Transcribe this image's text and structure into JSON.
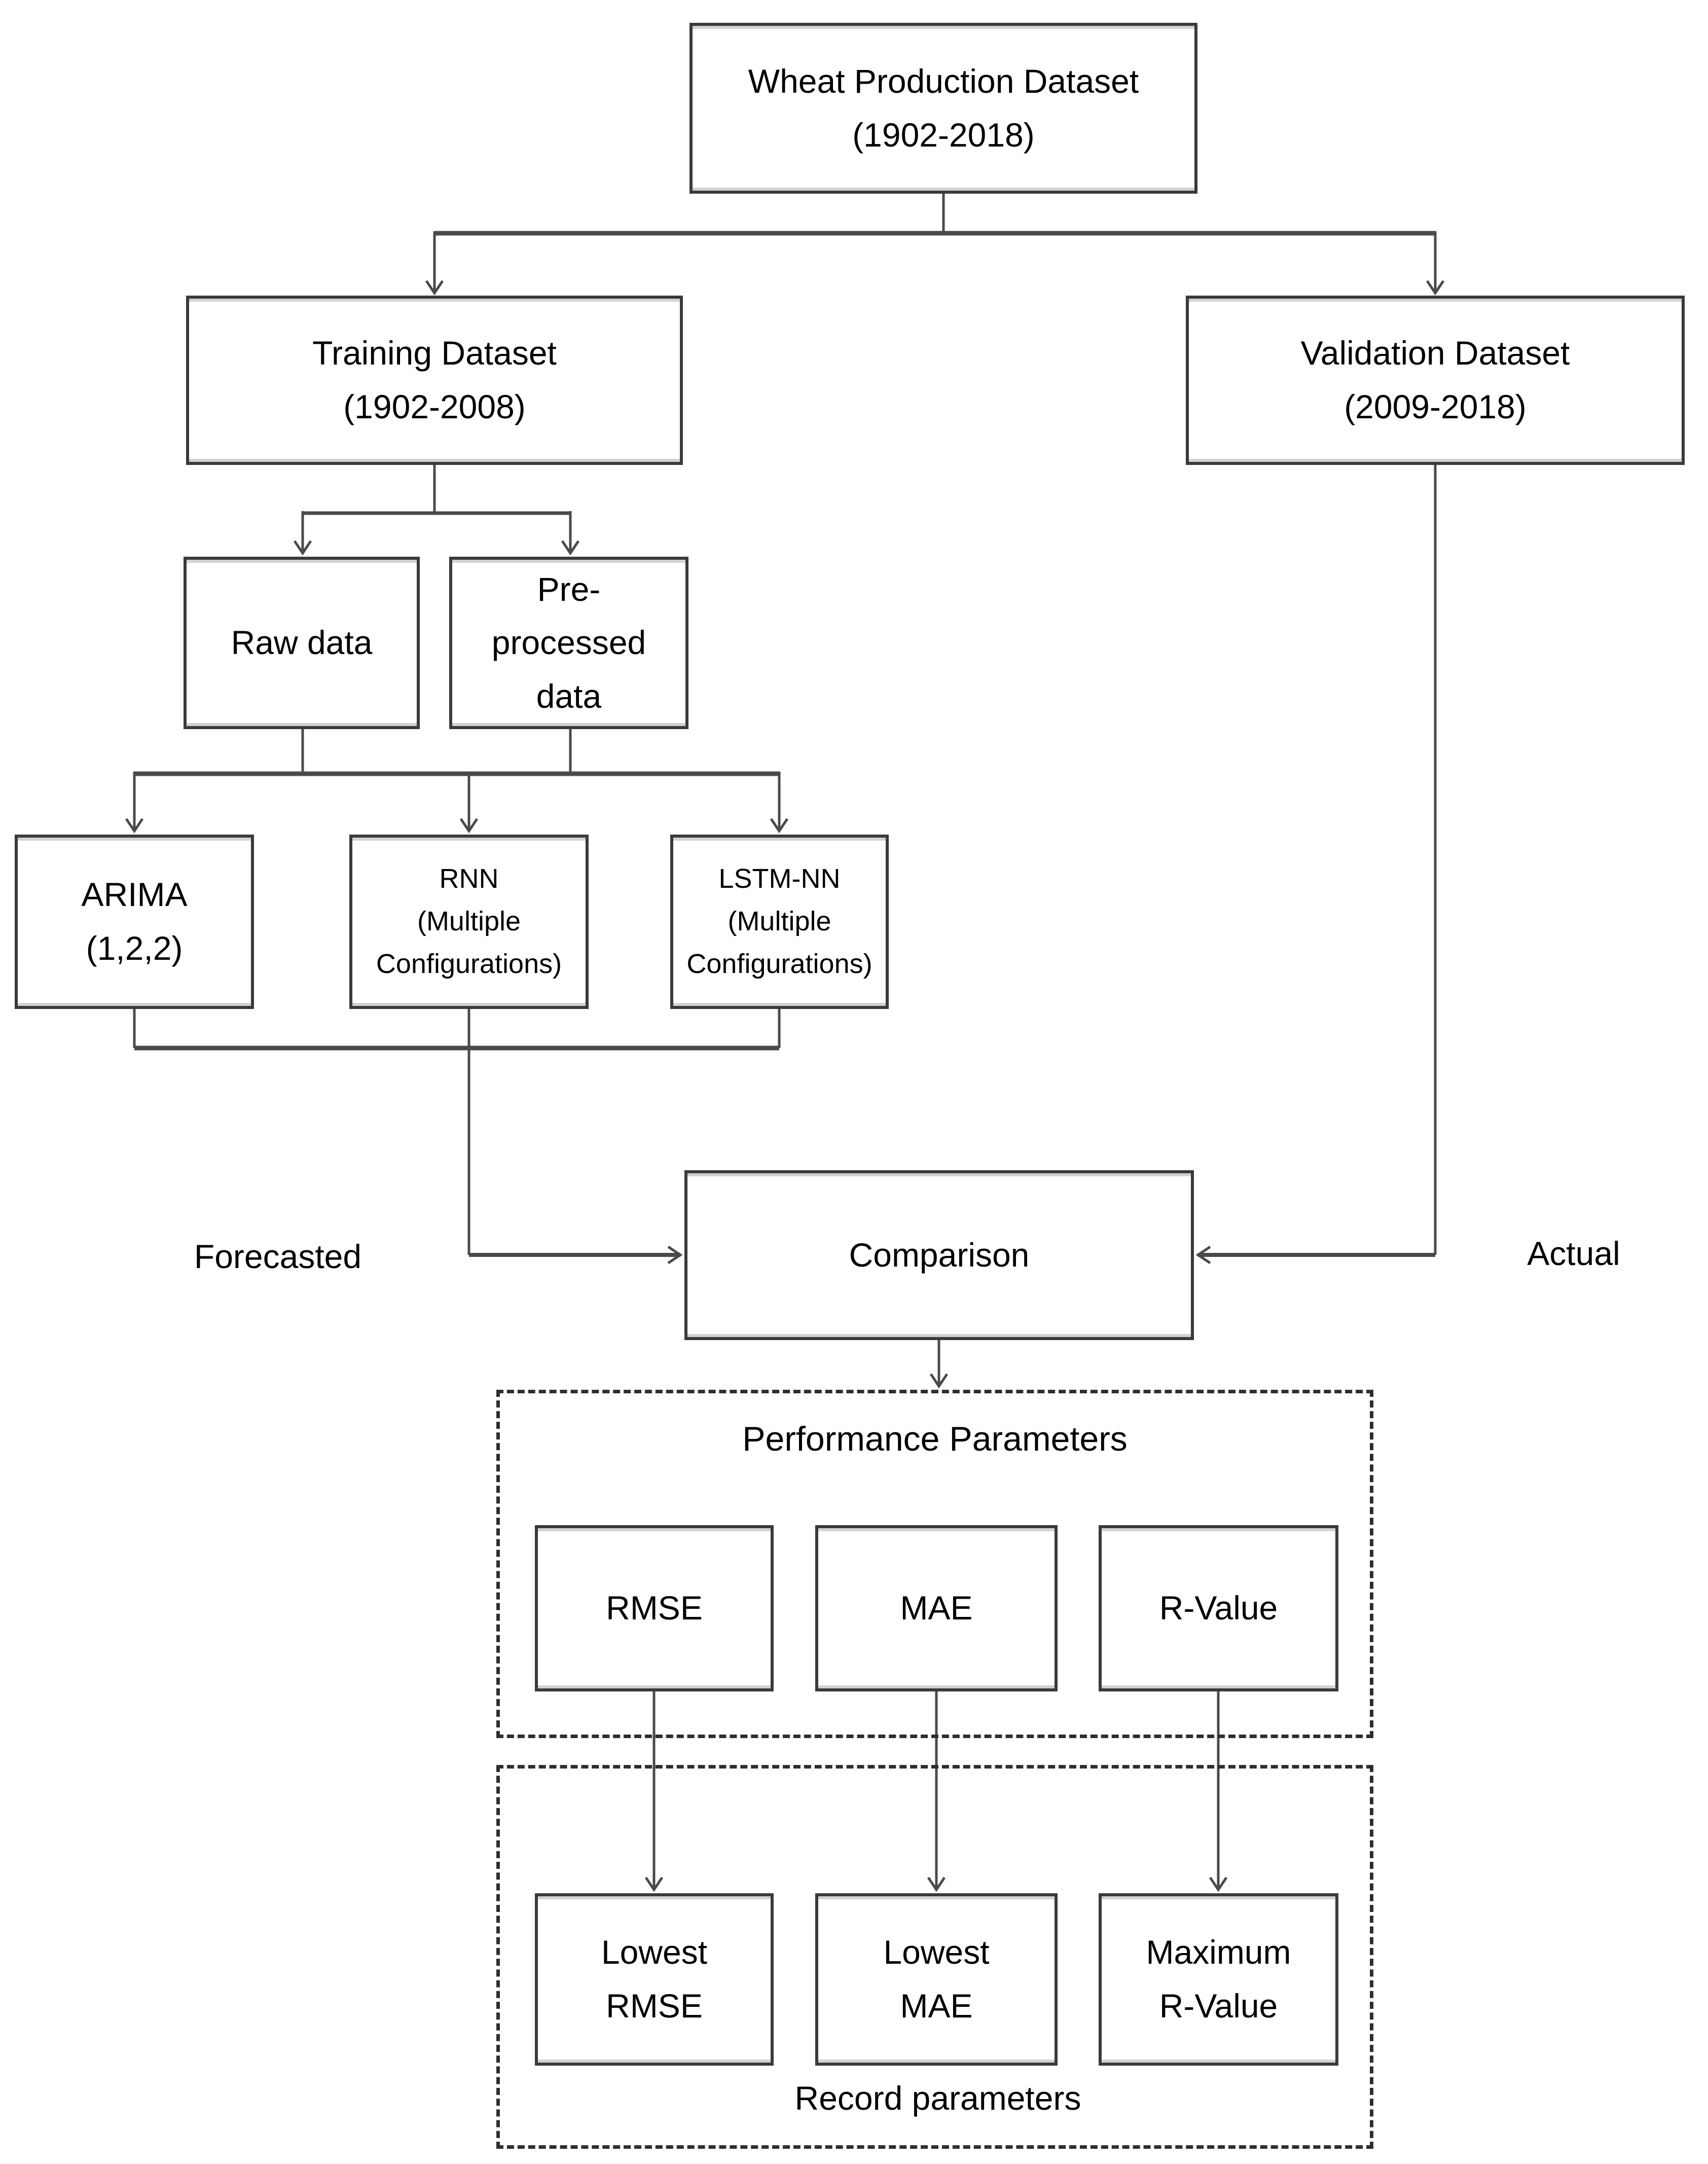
{
  "nodes": {
    "wheat_production": "Wheat Production Dataset\n(1902-2018)",
    "training": "Training Dataset\n(1902-2008)",
    "validation": "Validation Dataset\n(2009-2018)",
    "raw_data": "Raw data",
    "preprocessed_data": "Pre-\nprocessed\ndata",
    "arima": "ARIMA\n(1,2,2)",
    "rnn": "RNN\n(Multiple\nConfigurations)",
    "lstm": "LSTM-NN\n(Multiple\nConfigurations)",
    "comparison": "Comparison",
    "rmse": "RMSE",
    "mae": "MAE",
    "r_value": "R-Value",
    "lowest_rmse": "Lowest\nRMSE",
    "lowest_mae": "Lowest\nMAE",
    "maximum_r_value": "Maximum\nR-Value"
  },
  "labels": {
    "forecasted": "Forecasted",
    "actual": "Actual",
    "performance_group": "Performance Parameters",
    "record_group": "Record parameters"
  },
  "colors": {
    "background": "#ffffff",
    "box_border": "#3a3a3a",
    "box_highlight": "#d2d2d2",
    "dashed_border": "#2e2e2e",
    "connector": "#4a4a4a",
    "text": "#000000"
  }
}
